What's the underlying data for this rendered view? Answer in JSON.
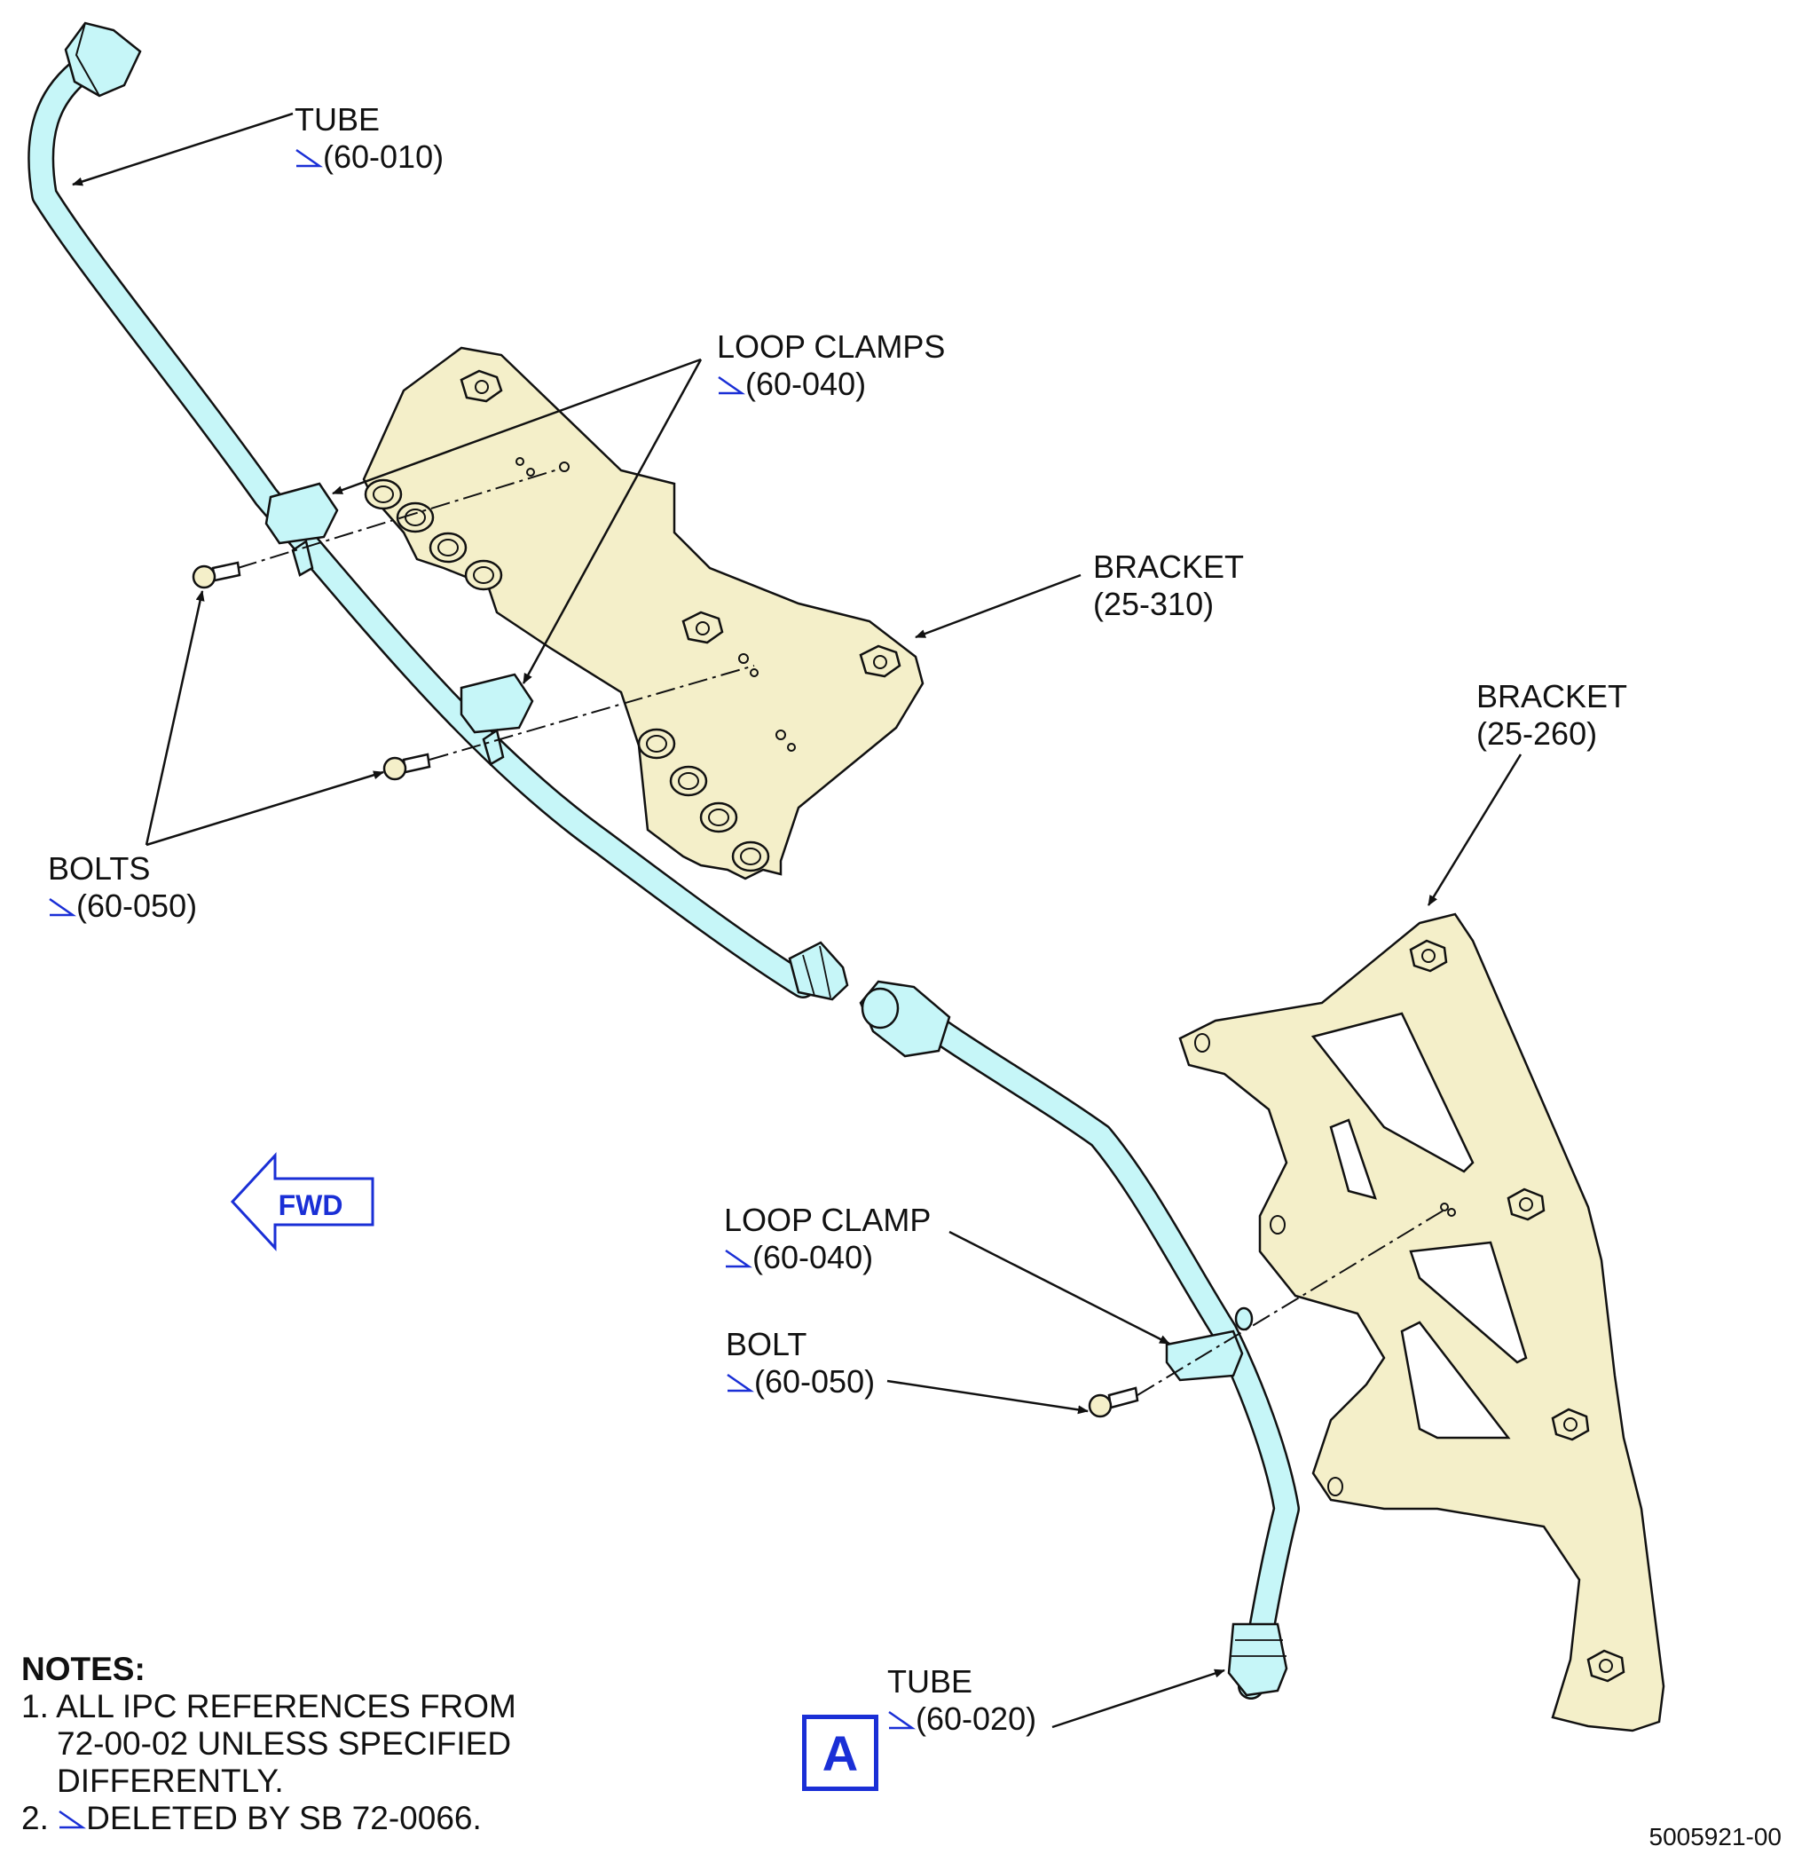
{
  "callouts": {
    "tube_top": {
      "name": "TUBE",
      "ref": "(60-010)"
    },
    "loop_clamps": {
      "name": "LOOP CLAMPS",
      "ref": "(60-040)"
    },
    "bracket_310": {
      "name": "BRACKET",
      "ref": "(25-310)"
    },
    "bracket_260": {
      "name": "BRACKET",
      "ref": "(25-260)"
    },
    "bolts": {
      "name": "BOLTS",
      "ref": "(60-050)"
    },
    "loop_clamp": {
      "name": "LOOP CLAMP",
      "ref": "(60-040)"
    },
    "bolt": {
      "name": "BOLT",
      "ref": "(60-050)"
    },
    "tube_bottom": {
      "name": "TUBE",
      "ref": "(60-020)"
    }
  },
  "orientation": {
    "label": "FWD"
  },
  "detail": {
    "label": "A"
  },
  "notes": {
    "title": "NOTES:",
    "n1_a": "1. ALL IPC REFERENCES FROM",
    "n1_b": "72-00-02 UNLESS SPECIFIED",
    "n1_c": "DIFFERENTLY.",
    "n2_num": "2.",
    "n2_text": "DELETED BY SB 72-0066."
  },
  "document_number": "5005921-00",
  "colors": {
    "tube": "#c6f6f8",
    "bracket": "#f4efc9",
    "outline": "#111111",
    "accent": "#1a2fd6"
  }
}
